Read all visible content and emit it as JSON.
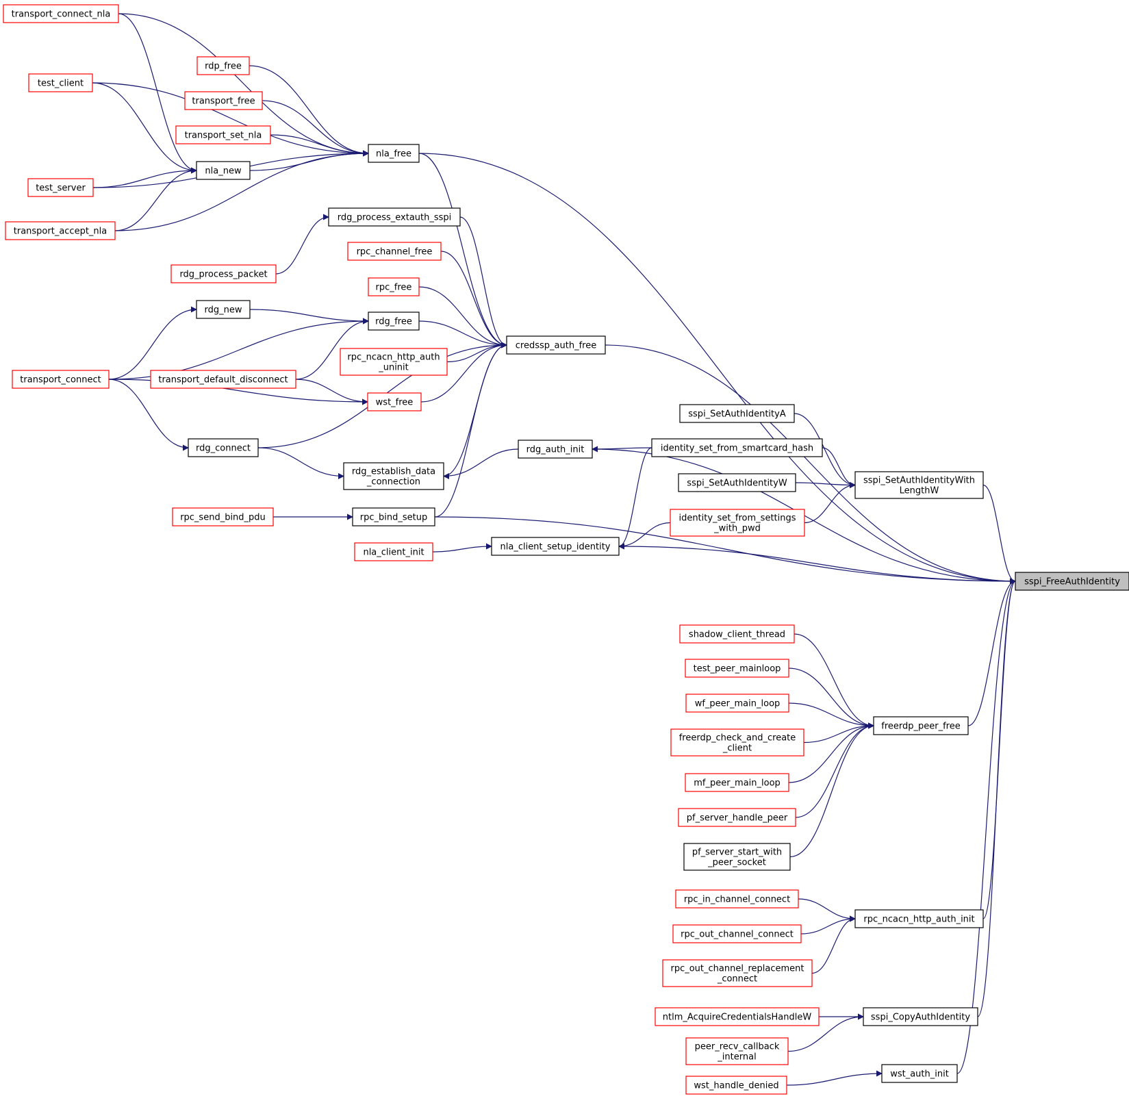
{
  "diagram": {
    "nodes": [
      {
        "id": "sspi_FreeAuthIdentity",
        "label": [
          "sspi_FreeAuthIdentity"
        ],
        "style": "root"
      },
      {
        "id": "nla_free",
        "label": [
          "nla_free"
        ],
        "style": "black"
      },
      {
        "id": "credssp_auth_free",
        "label": [
          "credssp_auth_free"
        ],
        "style": "black"
      },
      {
        "id": "rdg_auth_init",
        "label": [
          "rdg_auth_init"
        ],
        "style": "black"
      },
      {
        "id": "sspi_SetAuthIdentityWithLengthW",
        "label": [
          "sspi_SetAuthIdentityWith",
          "LengthW"
        ],
        "style": "black"
      },
      {
        "id": "nla_client_setup_identity",
        "label": [
          "nla_client_setup_identity"
        ],
        "style": "black"
      },
      {
        "id": "rpc_bind_setup",
        "label": [
          "rpc_bind_setup"
        ],
        "style": "black"
      },
      {
        "id": "freerdp_peer_free",
        "label": [
          "freerdp_peer_free"
        ],
        "style": "black"
      },
      {
        "id": "rpc_ncacn_http_auth_init",
        "label": [
          "rpc_ncacn_http_auth_init"
        ],
        "style": "black"
      },
      {
        "id": "sspi_CopyAuthIdentity",
        "label": [
          "sspi_CopyAuthIdentity"
        ],
        "style": "black"
      },
      {
        "id": "wst_auth_init",
        "label": [
          "wst_auth_init"
        ],
        "style": "black"
      },
      {
        "id": "transport_connect_nla",
        "label": [
          "transport_connect_nla"
        ],
        "style": "red"
      },
      {
        "id": "test_client",
        "label": [
          "test_client"
        ],
        "style": "red"
      },
      {
        "id": "rdp_free",
        "label": [
          "rdp_free"
        ],
        "style": "red"
      },
      {
        "id": "transport_free",
        "label": [
          "transport_free"
        ],
        "style": "red"
      },
      {
        "id": "transport_set_nla",
        "label": [
          "transport_set_nla"
        ],
        "style": "red"
      },
      {
        "id": "nla_new",
        "label": [
          "nla_new"
        ],
        "style": "black"
      },
      {
        "id": "test_server",
        "label": [
          "test_server"
        ],
        "style": "red"
      },
      {
        "id": "transport_accept_nla",
        "label": [
          "transport_accept_nla"
        ],
        "style": "red"
      },
      {
        "id": "rdg_process_extauth_sspi",
        "label": [
          "rdg_process_extauth_sspi"
        ],
        "style": "black"
      },
      {
        "id": "rdg_process_packet",
        "label": [
          "rdg_process_packet"
        ],
        "style": "red"
      },
      {
        "id": "rpc_channel_free",
        "label": [
          "rpc_channel_free"
        ],
        "style": "red"
      },
      {
        "id": "rpc_free",
        "label": [
          "rpc_free"
        ],
        "style": "red"
      },
      {
        "id": "rdg_new",
        "label": [
          "rdg_new"
        ],
        "style": "black"
      },
      {
        "id": "rdg_free",
        "label": [
          "rdg_free"
        ],
        "style": "black"
      },
      {
        "id": "rpc_ncacn_http_auth_uninit",
        "label": [
          "rpc_ncacn_http_auth",
          "_uninit"
        ],
        "style": "red"
      },
      {
        "id": "transport_connect",
        "label": [
          "transport_connect"
        ],
        "style": "red"
      },
      {
        "id": "transport_default_disconnect",
        "label": [
          "transport_default_disconnect"
        ],
        "style": "red"
      },
      {
        "id": "wst_free",
        "label": [
          "wst_free"
        ],
        "style": "red"
      },
      {
        "id": "rdg_connect",
        "label": [
          "rdg_connect"
        ],
        "style": "black"
      },
      {
        "id": "rdg_establish_data_connection",
        "label": [
          "rdg_establish_data",
          "_connection"
        ],
        "style": "black"
      },
      {
        "id": "rpc_send_bind_pdu",
        "label": [
          "rpc_send_bind_pdu"
        ],
        "style": "red"
      },
      {
        "id": "nla_client_init",
        "label": [
          "nla_client_init"
        ],
        "style": "red"
      },
      {
        "id": "sspi_SetAuthIdentityA",
        "label": [
          "sspi_SetAuthIdentityA"
        ],
        "style": "black"
      },
      {
        "id": "identity_set_from_smartcard_hash",
        "label": [
          "identity_set_from_smartcard_hash"
        ],
        "style": "black"
      },
      {
        "id": "sspi_SetAuthIdentityW",
        "label": [
          "sspi_SetAuthIdentityW"
        ],
        "style": "black"
      },
      {
        "id": "identity_set_from_settings_with_pwd",
        "label": [
          "identity_set_from_settings",
          "_with_pwd"
        ],
        "style": "red"
      },
      {
        "id": "shadow_client_thread",
        "label": [
          "shadow_client_thread"
        ],
        "style": "red"
      },
      {
        "id": "test_peer_mainloop",
        "label": [
          "test_peer_mainloop"
        ],
        "style": "red"
      },
      {
        "id": "wf_peer_main_loop",
        "label": [
          "wf_peer_main_loop"
        ],
        "style": "red"
      },
      {
        "id": "freerdp_check_and_create_client",
        "label": [
          "freerdp_check_and_create",
          "_client"
        ],
        "style": "red"
      },
      {
        "id": "mf_peer_main_loop",
        "label": [
          "mf_peer_main_loop"
        ],
        "style": "red"
      },
      {
        "id": "pf_server_handle_peer",
        "label": [
          "pf_server_handle_peer"
        ],
        "style": "red"
      },
      {
        "id": "pf_server_start_with_peer_socket",
        "label": [
          "pf_server_start_with",
          "_peer_socket"
        ],
        "style": "black"
      },
      {
        "id": "rpc_in_channel_connect",
        "label": [
          "rpc_in_channel_connect"
        ],
        "style": "red"
      },
      {
        "id": "rpc_out_channel_connect",
        "label": [
          "rpc_out_channel_connect"
        ],
        "style": "red"
      },
      {
        "id": "rpc_out_channel_replacement_connect",
        "label": [
          "rpc_out_channel_replacement",
          "_connect"
        ],
        "style": "red"
      },
      {
        "id": "ntlm_AcquireCredentialsHandleW",
        "label": [
          "ntlm_AcquireCredentialsHandleW"
        ],
        "style": "red"
      },
      {
        "id": "peer_recv_callback_internal",
        "label": [
          "peer_recv_callback",
          "_internal"
        ],
        "style": "red"
      },
      {
        "id": "wst_handle_denied",
        "label": [
          "wst_handle_denied"
        ],
        "style": "red"
      }
    ],
    "edges": [
      {
        "from": "nla_free",
        "to": "sspi_FreeAuthIdentity"
      },
      {
        "from": "credssp_auth_free",
        "to": "sspi_FreeAuthIdentity"
      },
      {
        "from": "rdg_auth_init",
        "to": "sspi_FreeAuthIdentity"
      },
      {
        "from": "sspi_SetAuthIdentityWithLengthW",
        "to": "sspi_FreeAuthIdentity"
      },
      {
        "from": "nla_client_setup_identity",
        "to": "sspi_FreeAuthIdentity"
      },
      {
        "from": "rpc_bind_setup",
        "to": "sspi_FreeAuthIdentity"
      },
      {
        "from": "freerdp_peer_free",
        "to": "sspi_FreeAuthIdentity"
      },
      {
        "from": "rpc_ncacn_http_auth_init",
        "to": "sspi_FreeAuthIdentity"
      },
      {
        "from": "sspi_CopyAuthIdentity",
        "to": "sspi_FreeAuthIdentity"
      },
      {
        "from": "wst_auth_init",
        "to": "sspi_FreeAuthIdentity"
      },
      {
        "from": "transport_connect_nla",
        "to": "nla_free"
      },
      {
        "from": "test_client",
        "to": "nla_free"
      },
      {
        "from": "rdp_free",
        "to": "nla_free"
      },
      {
        "from": "transport_free",
        "to": "nla_free"
      },
      {
        "from": "transport_set_nla",
        "to": "nla_free"
      },
      {
        "from": "nla_new",
        "to": "nla_free"
      },
      {
        "from": "test_server",
        "to": "nla_free"
      },
      {
        "from": "transport_accept_nla",
        "to": "nla_free"
      },
      {
        "from": "transport_connect_nla",
        "to": "nla_new"
      },
      {
        "from": "test_client",
        "to": "nla_new"
      },
      {
        "from": "test_server",
        "to": "nla_new"
      },
      {
        "from": "transport_accept_nla",
        "to": "nla_new"
      },
      {
        "from": "nla_free",
        "to": "credssp_auth_free"
      },
      {
        "from": "rdg_process_extauth_sspi",
        "to": "credssp_auth_free"
      },
      {
        "from": "rpc_channel_free",
        "to": "credssp_auth_free"
      },
      {
        "from": "rpc_free",
        "to": "credssp_auth_free"
      },
      {
        "from": "rdg_free",
        "to": "credssp_auth_free"
      },
      {
        "from": "rpc_ncacn_http_auth_uninit",
        "to": "credssp_auth_free"
      },
      {
        "from": "wst_free",
        "to": "credssp_auth_free"
      },
      {
        "from": "rdg_connect",
        "to": "credssp_auth_free"
      },
      {
        "from": "rdg_establish_data_connection",
        "to": "credssp_auth_free"
      },
      {
        "from": "rpc_bind_setup",
        "to": "credssp_auth_free"
      },
      {
        "from": "rdg_process_packet",
        "to": "rdg_process_extauth_sspi"
      },
      {
        "from": "rdg_new",
        "to": "rdg_free"
      },
      {
        "from": "transport_connect",
        "to": "rdg_free"
      },
      {
        "from": "transport_default_disconnect",
        "to": "rdg_free"
      },
      {
        "from": "transport_connect",
        "to": "rdg_new"
      },
      {
        "from": "transport_connect",
        "to": "wst_free"
      },
      {
        "from": "transport_default_disconnect",
        "to": "wst_free"
      },
      {
        "from": "transport_connect",
        "to": "rdg_connect"
      },
      {
        "from": "rdg_connect",
        "to": "rdg_establish_data_connection"
      },
      {
        "from": "rdg_auth_init",
        "to": "rdg_establish_data_connection"
      },
      {
        "from": "rpc_send_bind_pdu",
        "to": "rpc_bind_setup"
      },
      {
        "from": "nla_client_init",
        "to": "nla_client_setup_identity"
      },
      {
        "from": "identity_set_from_smartcard_hash",
        "to": "rdg_auth_init"
      },
      {
        "from": "identity_set_from_smartcard_hash",
        "to": "nla_client_setup_identity"
      },
      {
        "from": "identity_set_from_settings_with_pwd",
        "to": "nla_client_setup_identity"
      },
      {
        "from": "sspi_SetAuthIdentityA",
        "to": "sspi_SetAuthIdentityWithLengthW"
      },
      {
        "from": "identity_set_from_smartcard_hash",
        "to": "sspi_SetAuthIdentityWithLengthW"
      },
      {
        "from": "sspi_SetAuthIdentityW",
        "to": "sspi_SetAuthIdentityWithLengthW"
      },
      {
        "from": "identity_set_from_settings_with_pwd",
        "to": "sspi_SetAuthIdentityWithLengthW"
      },
      {
        "from": "shadow_client_thread",
        "to": "freerdp_peer_free"
      },
      {
        "from": "test_peer_mainloop",
        "to": "freerdp_peer_free"
      },
      {
        "from": "wf_peer_main_loop",
        "to": "freerdp_peer_free"
      },
      {
        "from": "freerdp_check_and_create_client",
        "to": "freerdp_peer_free"
      },
      {
        "from": "mf_peer_main_loop",
        "to": "freerdp_peer_free"
      },
      {
        "from": "pf_server_handle_peer",
        "to": "freerdp_peer_free"
      },
      {
        "from": "pf_server_start_with_peer_socket",
        "to": "freerdp_peer_free"
      },
      {
        "from": "rpc_in_channel_connect",
        "to": "rpc_ncacn_http_auth_init"
      },
      {
        "from": "rpc_out_channel_connect",
        "to": "rpc_ncacn_http_auth_init"
      },
      {
        "from": "rpc_out_channel_replacement_connect",
        "to": "rpc_ncacn_http_auth_init"
      },
      {
        "from": "ntlm_AcquireCredentialsHandleW",
        "to": "sspi_CopyAuthIdentity"
      },
      {
        "from": "peer_recv_callback_internal",
        "to": "sspi_CopyAuthIdentity"
      },
      {
        "from": "wst_handle_denied",
        "to": "wst_auth_init"
      }
    ]
  },
  "colors": {
    "edge": "#191970",
    "caller_border_red": "#ff0000",
    "node_border_black": "#000000",
    "root_fill": "#bfbfbf"
  }
}
